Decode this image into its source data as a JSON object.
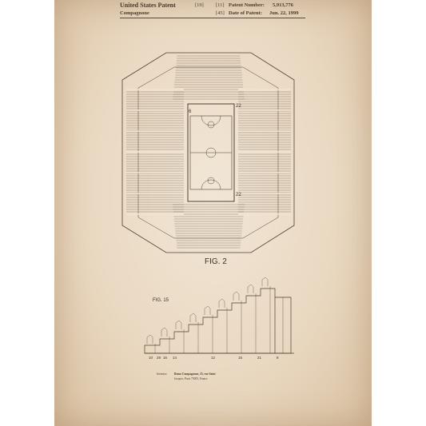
{
  "header": {
    "title": "United States Patent",
    "title_ref": "[19]",
    "inventor_surname": "Compagnone",
    "patent_number_ref": "[11]",
    "patent_number_label": "Patent Number:",
    "patent_number": "5,913,776",
    "date_ref": "[45]",
    "date_label": "Date of Patent:",
    "date": "Jun. 22, 1999"
  },
  "figures": {
    "fig2_label": "FIG. 2",
    "fig15_label": "FIG. 15",
    "arena_ref_top": "22",
    "arena_ref_bottom": "22",
    "arena_ref_left": "6",
    "section_refs": [
      "10",
      "28",
      "16",
      "14",
      "12",
      "15",
      "21",
      "8"
    ]
  },
  "footer": {
    "inventor_label": "Inventor:",
    "inventor_line1": "Remo Compagnone, 25, rue Saint",
    "inventor_line2": "Jacques, Paris 75005, France"
  },
  "colors": {
    "paper": "#ead9c2",
    "ink": "#4a3a2c"
  }
}
